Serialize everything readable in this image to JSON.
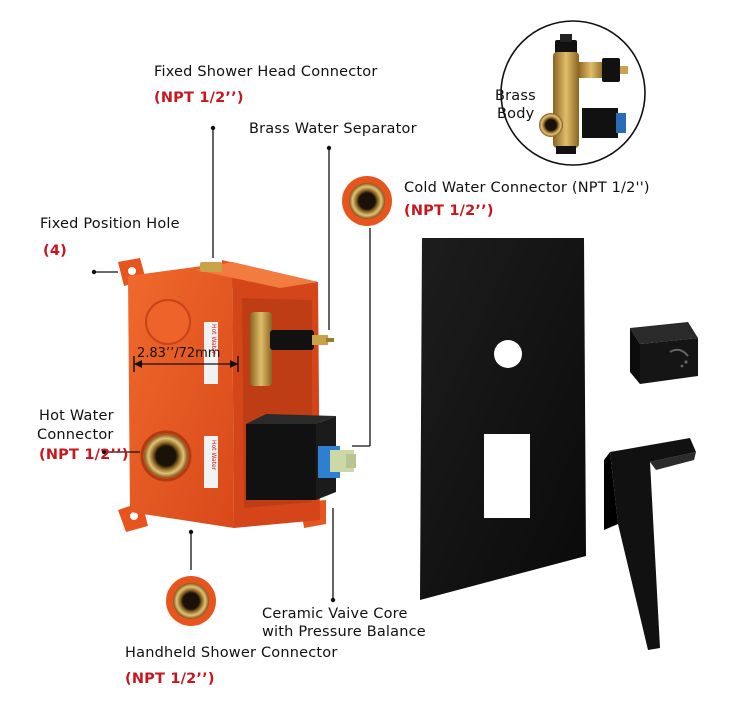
{
  "labels": {
    "fixed_shower_head": "Fixed Shower Head Connector",
    "fixed_shower_head_npt": "(NPT 1/2’’)",
    "brass_separator": "Brass Water Separator",
    "cold_water": "Cold Water Connector (NPT 1/2'')",
    "cold_water_npt": "(NPT 1/2’’)",
    "fixed_hole": "Fixed Position Hole",
    "fixed_hole_count": "(4)",
    "hot_water_line1": "Hot Water",
    "hot_water_line2": "Connector",
    "hot_water_npt": "(NPT 1/2’’)",
    "ceramic_line1": "Ceramic Vaive Core",
    "ceramic_line2": "with Pressure Balance",
    "handheld": "Handheld Shower Connector",
    "handheld_npt": "(NPT 1/2’’)",
    "brass_body_line1": "Brass",
    "brass_body_line2": "Body",
    "dimension": "2.83’’/72mm",
    "sticker_top": "Hot Water",
    "sticker_bottom": "Hot Water"
  },
  "colors": {
    "orange": "#e8541e",
    "black": "#111111",
    "brass": "#c9a24a",
    "red_text": "#c8161d"
  }
}
